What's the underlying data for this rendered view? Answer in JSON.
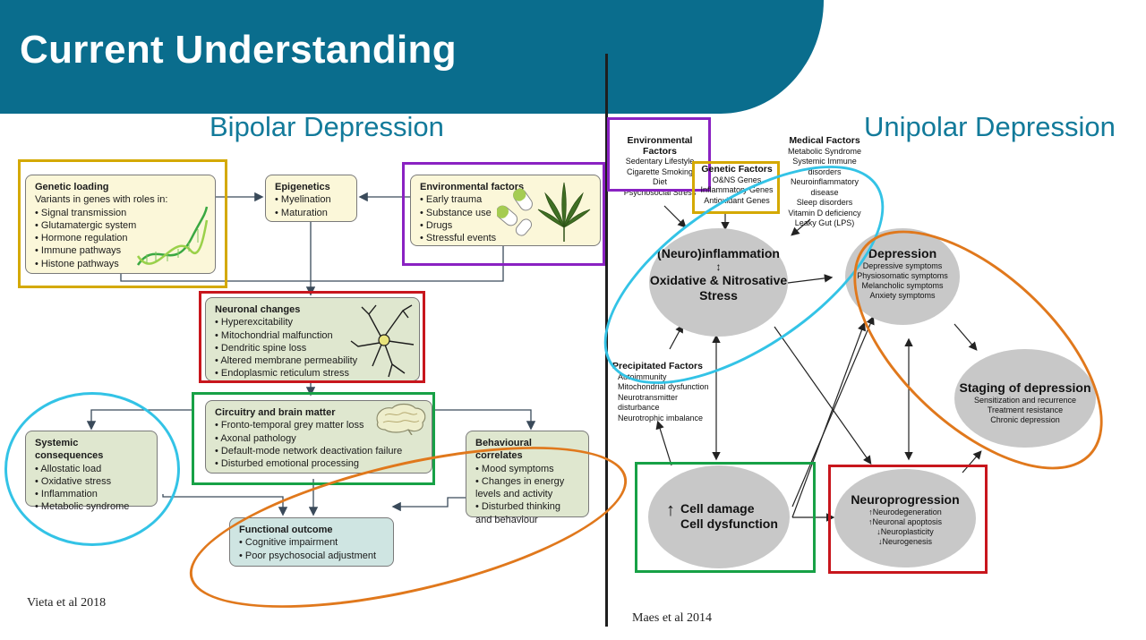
{
  "slide": {
    "title": "Current Understanding"
  },
  "bipolar": {
    "heading": "Bipolar Depression",
    "genetic": {
      "title": "Genetic loading",
      "intro": "Variants in genes with roles in:",
      "items": [
        "Signal transmission",
        "Glutamatergic system",
        "Hormone regulation",
        "Immune pathways",
        "Histone pathways"
      ]
    },
    "epigenetics": {
      "title": "Epigenetics",
      "items": [
        "Myelination",
        "Maturation"
      ]
    },
    "environmental": {
      "title": "Environmental factors",
      "items": [
        "Early trauma",
        "Substance use",
        "Drugs",
        "Stressful events"
      ]
    },
    "neuronal": {
      "title": "Neuronal changes",
      "items": [
        "Hyperexcitability",
        "Mitochondrial malfunction",
        "Dendritic spine loss",
        "Altered membrane permeability",
        "Endoplasmic reticulum stress"
      ]
    },
    "circuitry": {
      "title": "Circuitry and brain matter",
      "items": [
        "Fronto-temporal grey matter loss",
        "Axonal pathology",
        "Default-mode network deactivation failure",
        "Disturbed emotional processing"
      ]
    },
    "systemic": {
      "title": "Systemic consequences",
      "items": [
        "Allostatic load",
        "Oxidative stress",
        "Inflammation",
        "Metabolic syndrome"
      ]
    },
    "behavioural": {
      "title": "Behavioural correlates",
      "items": [
        "Mood symptoms",
        "Changes in energy levels and activity",
        "Disturbed thinking and behaviour"
      ]
    },
    "functional": {
      "title": "Functional outcome",
      "items": [
        "Cognitive impairment",
        "Poor psychosocial adjustment"
      ]
    },
    "citation": "Vieta et al  2018"
  },
  "unipolar": {
    "heading": "Unipolar Depression",
    "environmental": {
      "title": "Environmental Factors",
      "items": [
        "Sedentary Lifestyle",
        "Cigarette Smoking",
        "Diet",
        "Psychosocial Stress"
      ]
    },
    "genetic": {
      "title": "Genetic Factors",
      "items": [
        "O&NS Genes",
        "Inflammatory Genes",
        "Antioxidant Genes"
      ]
    },
    "medical": {
      "title": "Medical Factors",
      "items": [
        "Metabolic Syndrome",
        "Systemic Immune disorders",
        "Neuroinflammatory disease",
        "Sleep disorders",
        "Vitamin D deficiency",
        "Leaky Gut (LPS)"
      ]
    },
    "precipitated": {
      "title": "Precipitated Factors",
      "items": [
        "Autoimmunity",
        "Mitochondrial dysfunction",
        "Neurotransmitter disturbance",
        "Neurotrophic imbalance"
      ]
    },
    "inflammation": {
      "line1": "(Neuro)inflammation",
      "arrow": "↕",
      "line2": "Oxidative & Nitrosative",
      "line3": "Stress"
    },
    "depression": {
      "title": "Depression",
      "items": [
        "Depressive symptoms",
        "Physiosomatic symptoms",
        "Melancholic symptoms",
        "Anxiety symptoms"
      ]
    },
    "staging": {
      "title": "Staging of depression",
      "items": [
        "Sensitization and recurrence",
        "Treatment resistance",
        "Chronic depression"
      ]
    },
    "cell": {
      "arrow": "↑",
      "line1": "Cell damage",
      "line2": "Cell dysfunction"
    },
    "neuroprogression": {
      "title": "Neuroprogression",
      "items": [
        "↑Neurodegeneration",
        "↑Neuronal apoptosis",
        "↓Neuroplasticity",
        "↓Neurogenesis"
      ]
    },
    "citation": "Maes et al 2014"
  },
  "colors": {
    "header": "#0a6d8d",
    "yellow_frame": "#d4a900",
    "purple_frame": "#8a22c2",
    "red_frame": "#c8161d",
    "green_frame": "#17a146",
    "cyan_oval": "#33c3e6",
    "orange_oval": "#e0781c"
  }
}
